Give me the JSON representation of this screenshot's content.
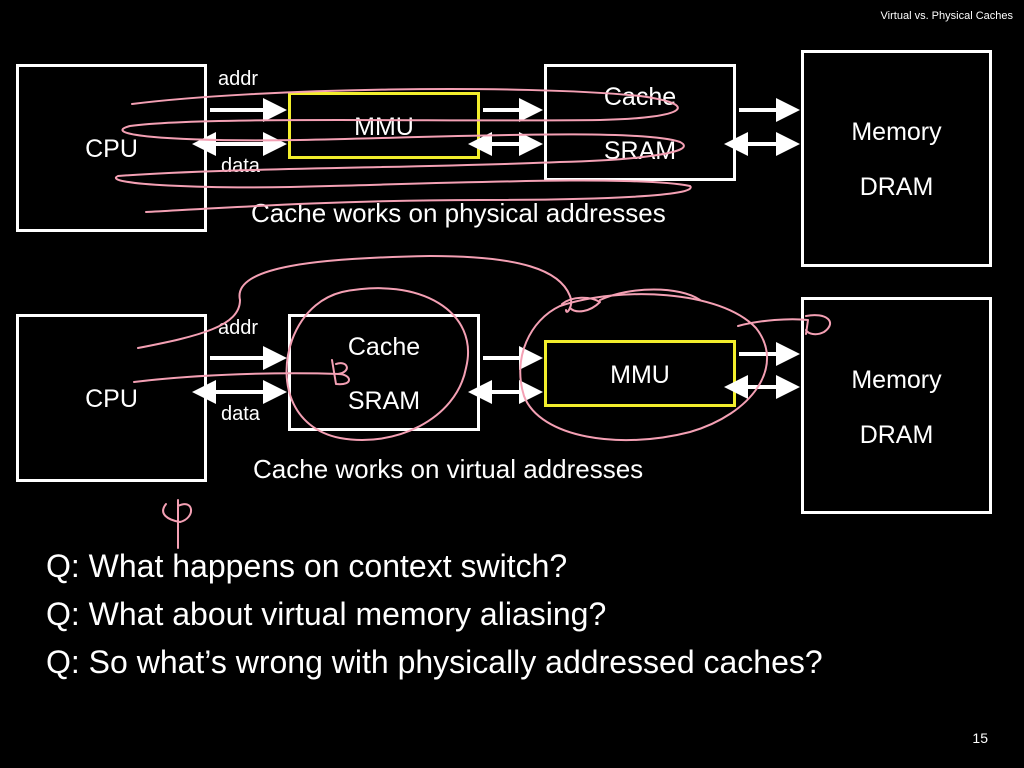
{
  "slide": {
    "title": "Virtual vs. Physical Caches",
    "page_number": "15"
  },
  "diagram_top": {
    "cpu": "CPU",
    "addr": "addr",
    "data": "data",
    "mmu": "MMU",
    "cache_line1": "Cache",
    "cache_line2": "SRAM",
    "memory_line1": "Memory",
    "memory_line2": "DRAM",
    "caption": "Cache works on physical addresses"
  },
  "diagram_bottom": {
    "cpu": "CPU",
    "addr": "addr",
    "data": "data",
    "cache_line1": "Cache",
    "cache_line2": "SRAM",
    "mmu": "MMU",
    "memory_line1": "Memory",
    "memory_line2": "DRAM",
    "caption": "Cache works on virtual addresses"
  },
  "questions": [
    "Q: What happens on context switch?",
    "Q: What about virtual memory aliasing?",
    "Q: So what’s wrong with physically addressed caches?"
  ],
  "colors": {
    "background": "#000000",
    "foreground": "#ffffff",
    "mmu_border": "#f2ee2c",
    "annotation": "#f4a0b4"
  }
}
